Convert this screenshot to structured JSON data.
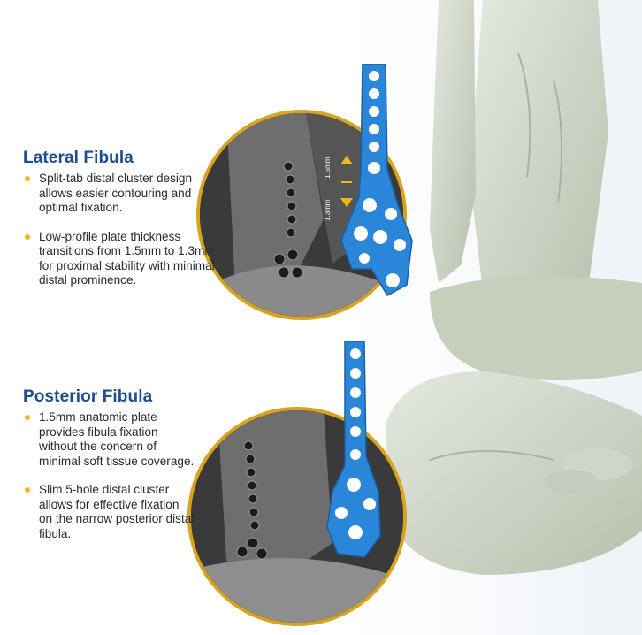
{
  "lateral": {
    "title": "Lateral Fibula",
    "bullets": [
      "Split-tab distal cluster design allows easier contouring and optimal fixation.",
      "Low-profile plate thickness transitions from 1.5mm to 1.3mm for proximal stability with minimal distal prominence."
    ],
    "dim_upper": "1.5mm",
    "dim_lower": "1.3mm"
  },
  "posterior": {
    "title": "Posterior Fibula",
    "bullets": [
      "1.5mm anatomic plate provides fibula fixation without the concern of minimal soft tissue coverage.",
      "Slim 5-hole distal cluster allows for effective fixation on the narrow posterior distal fibula."
    ]
  },
  "colors": {
    "heading": "#1d4c8f",
    "bullet": "#f2b61a",
    "xray_border": "#d9a31e",
    "plate": "#2a86d8",
    "bone": "#cfd6c8"
  },
  "icons": {
    "xray_lateral": "xray-lateral-image",
    "xray_posterior": "xray-posterior-image",
    "plate_lateral": "lateral-plate-icon",
    "plate_posterior": "posterior-plate-icon",
    "bone": "ankle-bone-illustration"
  }
}
